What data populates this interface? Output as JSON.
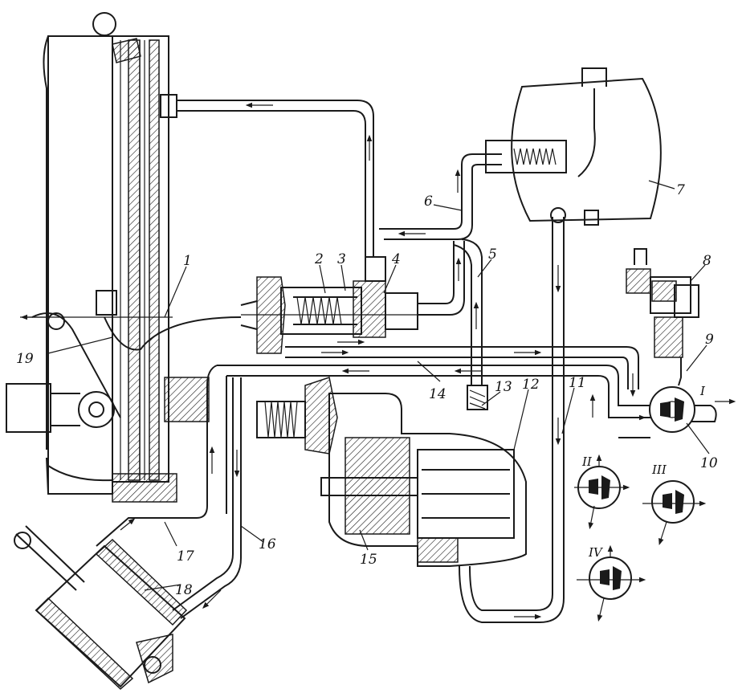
{
  "diagram": {
    "part_labels": [
      "1",
      "2",
      "3",
      "4",
      "5",
      "6",
      "7",
      "8",
      "9",
      "10",
      "11",
      "12",
      "13",
      "14",
      "15",
      "16",
      "17",
      "18",
      "19"
    ],
    "position_labels": [
      "I",
      "II",
      "III",
      "IV"
    ]
  }
}
